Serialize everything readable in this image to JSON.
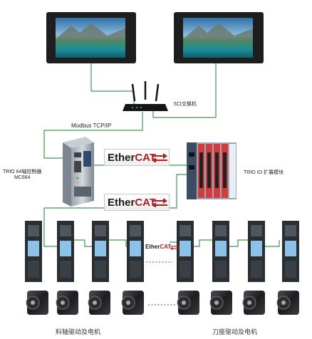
{
  "labels": {
    "switch": "5口交换机",
    "modbus": "Modbus TCP/IP",
    "controller_line1": "TRIO 64轴控制器",
    "controller_line2": "MC664",
    "io_module": "TRIO IO 扩展模块",
    "feed_axis": "料轴驱动及电机",
    "turret": "刀座驱动及电机"
  },
  "ethercat": {
    "prefix": "Ether",
    "suffix": "CAT."
  },
  "colors": {
    "link_line": "#3f9a52",
    "touch_screen_frame": "#1e1e1e",
    "ethercat_red": "#b51f24",
    "drive_body": "#2a2e33"
  },
  "icons": [
    "touch-screen-icon",
    "router-icon",
    "controller-icon",
    "io-module-icon",
    "servo-drive-icon",
    "servo-motor-icon"
  ]
}
